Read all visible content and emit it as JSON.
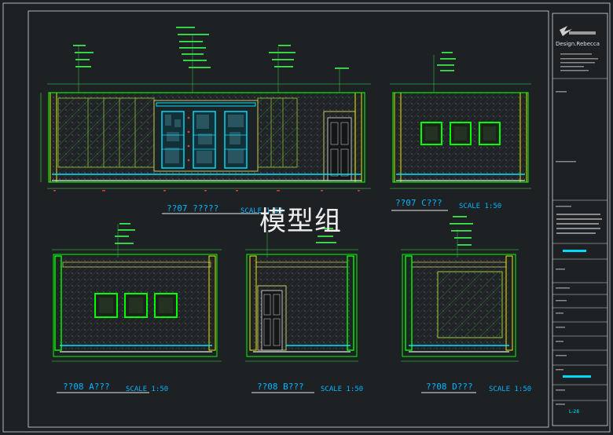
{
  "drawing": {
    "elevations": [
      {
        "id": "e1",
        "title": "??07 ?????",
        "scale": "SCALE 1:50"
      },
      {
        "id": "e2",
        "title": "??07 C???",
        "scale": "SCALE 1:50"
      },
      {
        "id": "e3",
        "title": "??08 A???",
        "scale": "SCALE 1:50"
      },
      {
        "id": "e4",
        "title": "??08 B???",
        "scale": "SCALE 1:50"
      },
      {
        "id": "e5",
        "title": "??08 D???",
        "scale": "SCALE 1:50"
      }
    ],
    "watermark": "模型组"
  },
  "title_block": {
    "brand": "Design.Rebecca",
    "page_no": "L-28"
  },
  "colors": {
    "background": "#1e2124",
    "wall_outline": "#00ff00",
    "accent_cyan": "#00e5ff",
    "label_blue": "#00b4ff",
    "yellow": "#ffff00",
    "frame": "#ffffff"
  }
}
